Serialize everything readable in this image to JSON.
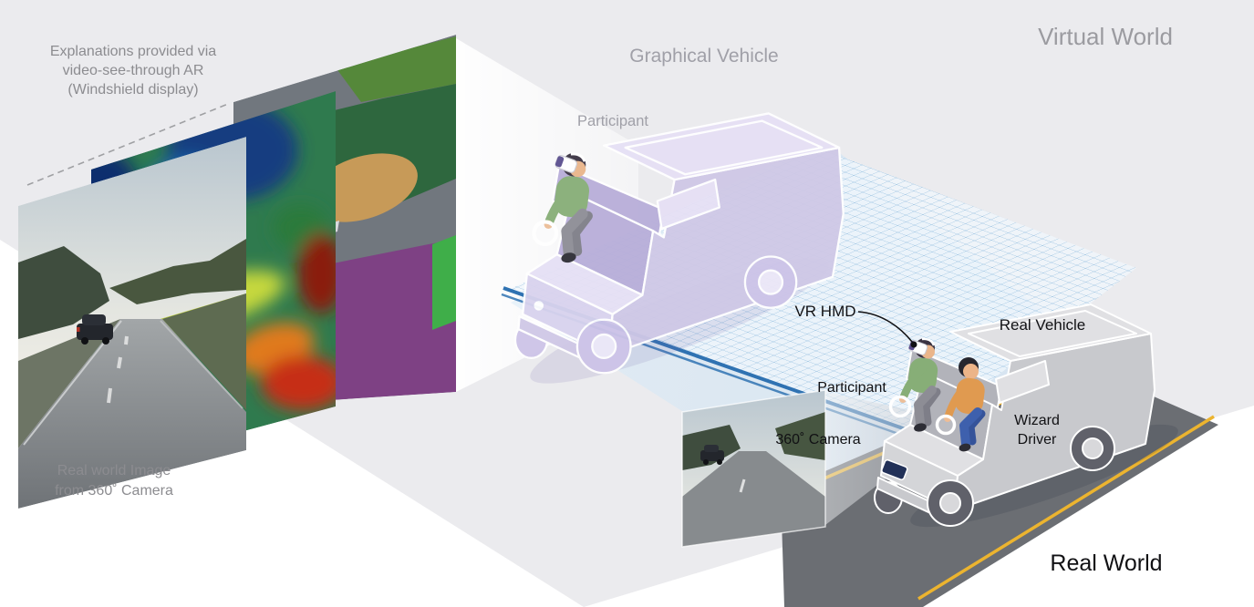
{
  "scene": {
    "virtual_world": "Virtual World",
    "real_world": "Real World"
  },
  "virtual": {
    "vehicle": "Graphical Vehicle",
    "participant": "Participant"
  },
  "real": {
    "vehicle": "Real Vehicle",
    "participant": "Participant",
    "vr_hmd": "VR HMD",
    "camera": "360˚ Camera",
    "wizard_line1": "Wizard",
    "wizard_line2": "Driver"
  },
  "windshield": {
    "caption_l1": "Explanations provided via",
    "caption_l2": "video-see-through AR",
    "caption_l3": "(Windshield display)",
    "source_l1": "Real world Image",
    "source_l2": "from 360˚ Camera"
  },
  "colors": {
    "background_gray": "#ebebee",
    "virtual_vehicle": "#d9d3ec",
    "real_vehicle": "#d3d4d7",
    "grid_blue": "#86b6db",
    "grid_edge_blue": "#2f72b2",
    "beam_blue": "#d7e9f7",
    "road_gray": "#6b6e73",
    "road_line_yellow": "#ecb42f",
    "shirt_green": "#87ae77",
    "driver_shirt_orange": "#e09a50",
    "driver_pants_blue": "#3e60ad",
    "label_gray": "#8c8c90",
    "label_black": "#111114"
  }
}
